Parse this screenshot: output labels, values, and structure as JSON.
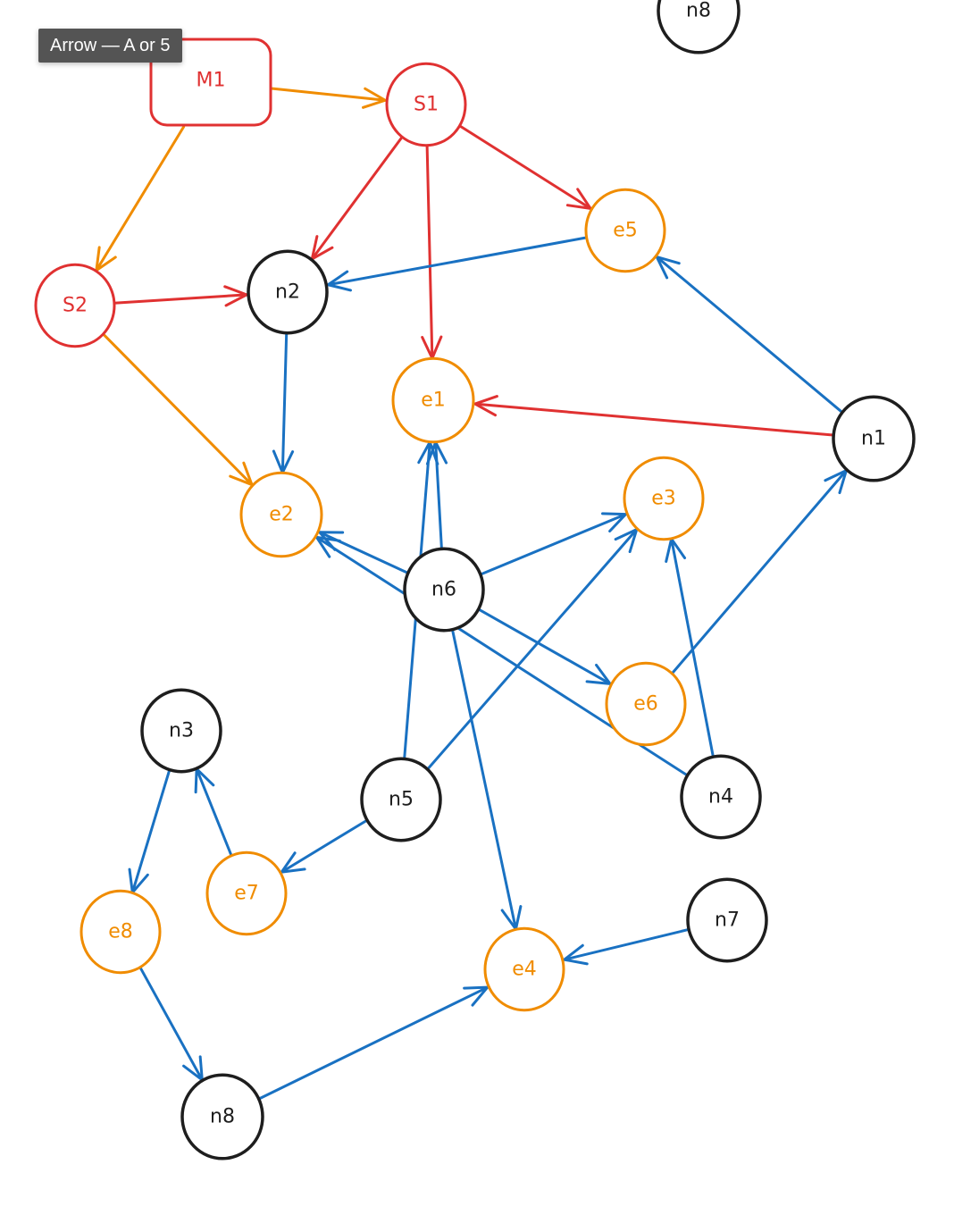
{
  "tooltip": {
    "text": "Arrow — A or 5"
  },
  "colors": {
    "red": "#e03131",
    "orange": "#f08c00",
    "blue": "#1971c2",
    "black": "#1e1e1e"
  },
  "nodes": [
    {
      "id": "M1",
      "label": "M1",
      "shape": "rect",
      "color": "red"
    },
    {
      "id": "S1",
      "label": "S1",
      "shape": "circle",
      "color": "red"
    },
    {
      "id": "S2",
      "label": "S2",
      "shape": "circle",
      "color": "red"
    },
    {
      "id": "n8top",
      "label": "n8",
      "shape": "circle",
      "color": "black"
    },
    {
      "id": "n2",
      "label": "n2",
      "shape": "circle",
      "color": "black"
    },
    {
      "id": "e5",
      "label": "e5",
      "shape": "circle",
      "color": "orange"
    },
    {
      "id": "e1",
      "label": "e1",
      "shape": "circle",
      "color": "orange"
    },
    {
      "id": "n1",
      "label": "n1",
      "shape": "circle",
      "color": "black"
    },
    {
      "id": "e2",
      "label": "e2",
      "shape": "circle",
      "color": "orange"
    },
    {
      "id": "e3",
      "label": "e3",
      "shape": "circle",
      "color": "orange"
    },
    {
      "id": "n6",
      "label": "n6",
      "shape": "circle",
      "color": "black"
    },
    {
      "id": "e6",
      "label": "e6",
      "shape": "circle",
      "color": "orange"
    },
    {
      "id": "n3",
      "label": "n3",
      "shape": "circle",
      "color": "black"
    },
    {
      "id": "n5",
      "label": "n5",
      "shape": "circle",
      "color": "black"
    },
    {
      "id": "n4",
      "label": "n4",
      "shape": "circle",
      "color": "black"
    },
    {
      "id": "e7",
      "label": "e7",
      "shape": "circle",
      "color": "orange"
    },
    {
      "id": "e8",
      "label": "e8",
      "shape": "circle",
      "color": "orange"
    },
    {
      "id": "n7",
      "label": "n7",
      "shape": "circle",
      "color": "black"
    },
    {
      "id": "e4",
      "label": "e4",
      "shape": "circle",
      "color": "orange"
    },
    {
      "id": "n8",
      "label": "n8",
      "shape": "circle",
      "color": "black"
    }
  ],
  "edges": [
    {
      "from": "M1",
      "to": "S1",
      "color": "orange"
    },
    {
      "from": "M1",
      "to": "S2",
      "color": "orange"
    },
    {
      "from": "S1",
      "to": "n2",
      "color": "red"
    },
    {
      "from": "S1",
      "to": "e1",
      "color": "red"
    },
    {
      "from": "S1",
      "to": "e5",
      "color": "red"
    },
    {
      "from": "S2",
      "to": "n2",
      "color": "red"
    },
    {
      "from": "S2",
      "to": "e2",
      "color": "orange"
    },
    {
      "from": "e5",
      "to": "n2",
      "color": "blue"
    },
    {
      "from": "n2",
      "to": "e2",
      "color": "blue"
    },
    {
      "from": "n1",
      "to": "e5",
      "color": "blue"
    },
    {
      "from": "n1",
      "to": "e1",
      "color": "red"
    },
    {
      "from": "n6",
      "to": "e1",
      "color": "blue"
    },
    {
      "from": "n5",
      "to": "e1",
      "color": "blue"
    },
    {
      "from": "n6",
      "to": "e2",
      "color": "blue"
    },
    {
      "from": "n4",
      "to": "e2",
      "color": "blue"
    },
    {
      "from": "n6",
      "to": "e3",
      "color": "blue"
    },
    {
      "from": "n5",
      "to": "e3",
      "color": "blue"
    },
    {
      "from": "n4",
      "to": "e3",
      "color": "blue"
    },
    {
      "from": "n6",
      "to": "e6",
      "color": "blue"
    },
    {
      "from": "e6",
      "to": "n1",
      "color": "blue"
    },
    {
      "from": "n6",
      "to": "e4",
      "color": "blue"
    },
    {
      "from": "n5",
      "to": "e7",
      "color": "blue"
    },
    {
      "from": "e7",
      "to": "n3",
      "color": "blue"
    },
    {
      "from": "n3",
      "to": "e8",
      "color": "blue"
    },
    {
      "from": "e8",
      "to": "n8",
      "color": "blue"
    },
    {
      "from": "n8",
      "to": "e4",
      "color": "blue"
    },
    {
      "from": "n7",
      "to": "e4",
      "color": "blue"
    }
  ]
}
